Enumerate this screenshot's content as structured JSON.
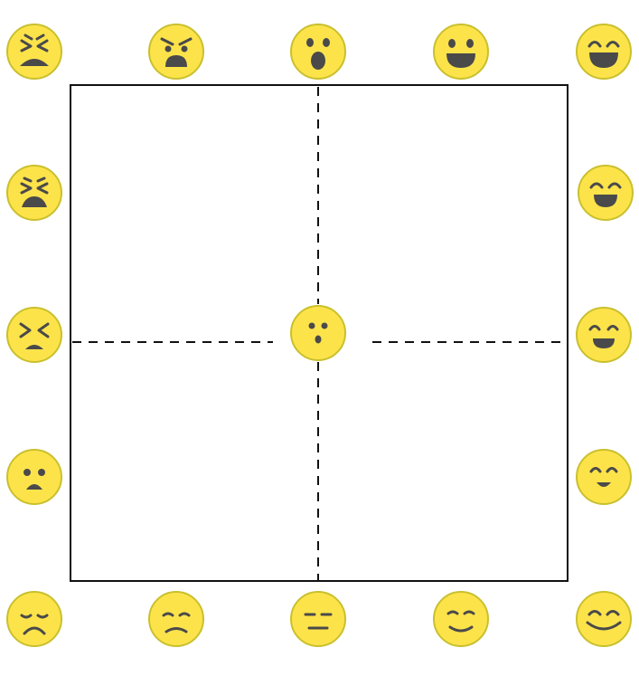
{
  "colors": {
    "face_fill": "#fde34a",
    "face_stroke": "#c9c02e",
    "feature": "#4a4a4a",
    "frame": "#111111",
    "axis": "#111111",
    "background": "#ffffff"
  },
  "grid": {
    "frame": "square",
    "quadrants": 4,
    "axes_style": "dashed"
  },
  "emojis": [
    {
      "id": "top-1",
      "expression": "furious-squint"
    },
    {
      "id": "top-2",
      "expression": "angry"
    },
    {
      "id": "top-3",
      "expression": "shocked"
    },
    {
      "id": "top-4",
      "expression": "grinning"
    },
    {
      "id": "top-5",
      "expression": "laughing"
    },
    {
      "id": "left-2",
      "expression": "distressed"
    },
    {
      "id": "left-3",
      "expression": "frustrated"
    },
    {
      "id": "left-4",
      "expression": "frowning"
    },
    {
      "id": "bottom-1",
      "expression": "sad"
    },
    {
      "id": "bottom-2",
      "expression": "unhappy"
    },
    {
      "id": "bottom-3",
      "expression": "neutral"
    },
    {
      "id": "bottom-4",
      "expression": "content"
    },
    {
      "id": "right-2",
      "expression": "happy"
    },
    {
      "id": "right-3",
      "expression": "cheerful"
    },
    {
      "id": "right-4",
      "expression": "smiling"
    },
    {
      "id": "bottom-5",
      "expression": "relaxed-smile"
    },
    {
      "id": "center",
      "expression": "surprised-small"
    }
  ]
}
